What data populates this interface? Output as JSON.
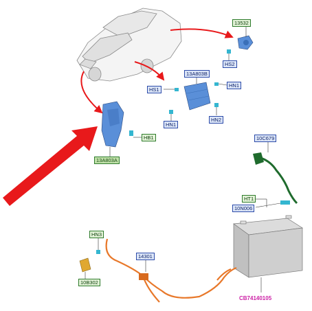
{
  "labels": {
    "p13532": "13532",
    "hs2": "HS2",
    "p13a803b": "13A803B",
    "hs1": "HS1",
    "hn1_top": "HN1",
    "hn1_bottom": "HN1",
    "hn2": "HN2",
    "hb1": "HB1",
    "p13a803a": "13A803A",
    "p10c679": "10C679",
    "ht1": "HT1",
    "p10n006": "10N006",
    "hn3": "HN3",
    "p14301": "14301",
    "p10b302": "10B302"
  },
  "catalog_number": "CB74140105",
  "colors": {
    "arrow": "#e8191b",
    "part_blue": "#5a8fd8",
    "clip_cyan": "#34b6d0",
    "harness_orange": "#e8782a",
    "cable_green": "#1f6b2d",
    "battery_grey": "#c8c8c8",
    "catalog_magenta": "#cc1fa5"
  }
}
